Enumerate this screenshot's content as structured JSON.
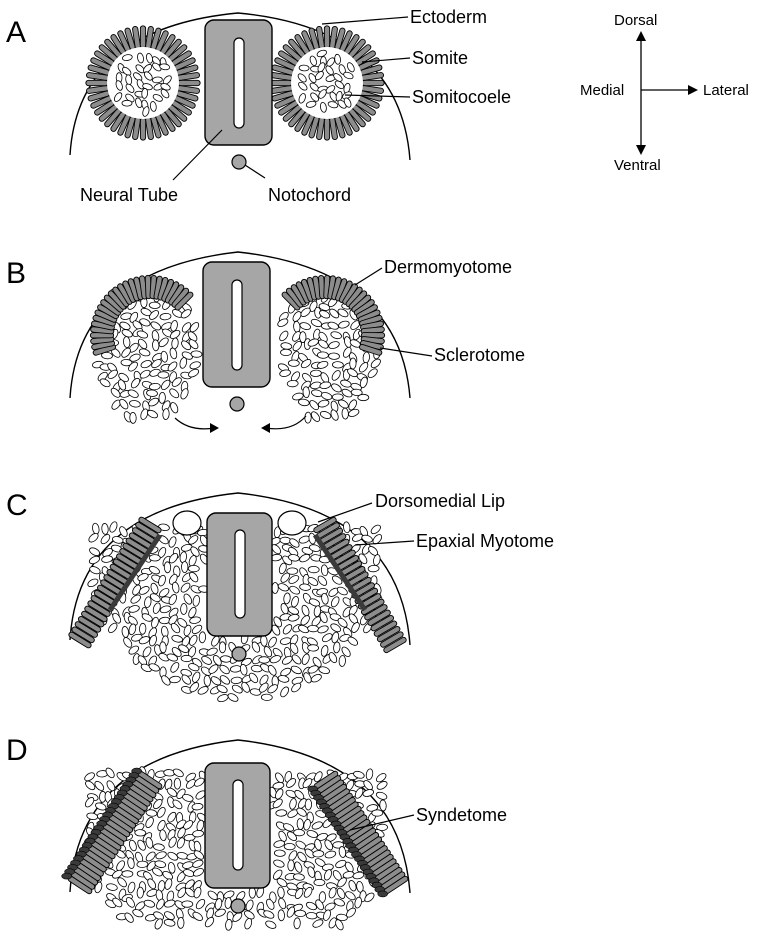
{
  "panels": [
    {
      "letter": "A",
      "labels": [
        "Ectoderm",
        "Somite",
        "Somitocoele",
        "Neural Tube",
        "Notochord"
      ]
    },
    {
      "letter": "B",
      "labels": [
        "Dermomyotome",
        "Sclerotome"
      ]
    },
    {
      "letter": "C",
      "labels": [
        "Dorsomedial Lip",
        "Epaxial Myotome"
      ]
    },
    {
      "letter": "D",
      "labels": [
        "Syndetome"
      ]
    }
  ],
  "orientation": {
    "dorsal": "Dorsal",
    "ventral": "Ventral",
    "medial": "Medial",
    "lateral": "Lateral"
  },
  "colors": {
    "tissue_fill": "#8c8c8c",
    "tube_fill": "#a6a6a6",
    "dark_cells": "#3a3a3a",
    "line": "#000000",
    "background": "#ffffff"
  }
}
